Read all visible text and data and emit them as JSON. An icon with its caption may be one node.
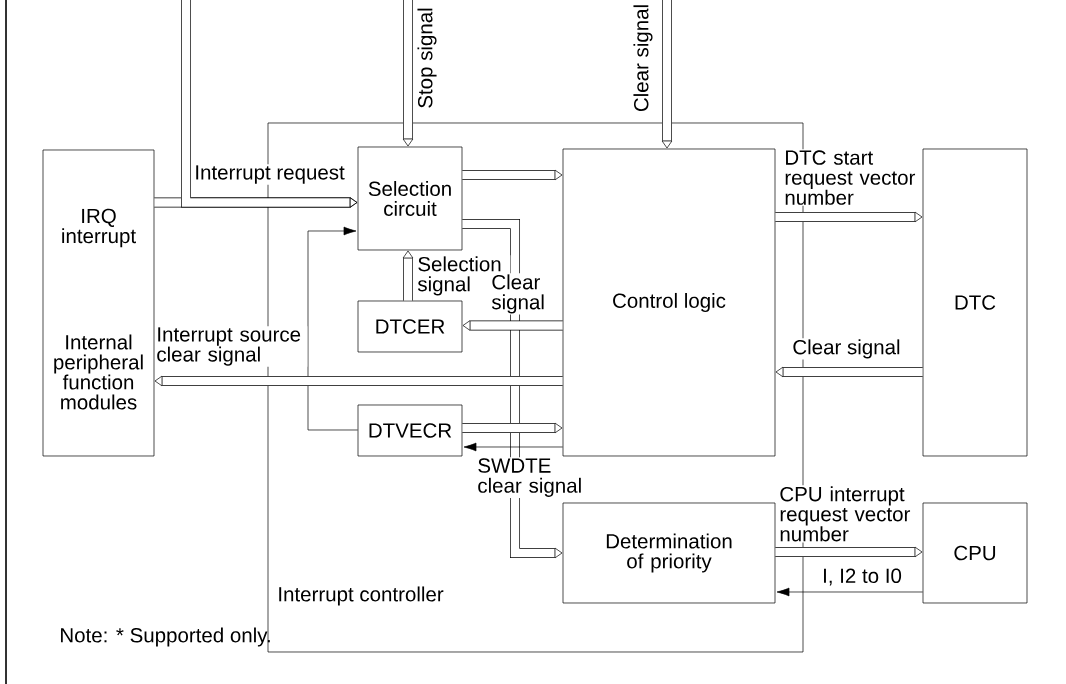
{
  "diagram": {
    "nodes": [
      {
        "text": [
          "Interrupt controller"
        ]
      },
      {
        "text": [
          "IRQ interrupt",
          "Internal peripheral function modules"
        ]
      },
      {
        "text": [
          "Selection circuit"
        ],
        "in": 0
      },
      {
        "text": [
          "DTCER"
        ],
        "in": 0
      },
      {
        "text": [
          "DTVECR"
        ],
        "in": 0
      },
      {
        "text": [
          "Control logic"
        ],
        "in": 0
      },
      {
        "text": [
          "Determination of priority"
        ],
        "in": 0
      },
      {
        "text": [
          "DTC"
        ]
      },
      {
        "text": [
          "CPU"
        ]
      }
    ],
    "edges": [
      {
        "from": 1,
        "to": 2,
        "arrow": "to",
        "label": "Interrupt request"
      },
      {
        "from": null,
        "to": 2,
        "arrow": "to"
      },
      {
        "from": null,
        "to": 2,
        "arrow": "to",
        "label": "Stop signal"
      },
      {
        "from": null,
        "to": 5,
        "arrow": "to",
        "label": "Clear signal"
      },
      {
        "from": 2,
        "to": 5,
        "arrow": "to"
      },
      {
        "from": 2,
        "to": 6,
        "arrow": "to"
      },
      {
        "from": 3,
        "to": 2,
        "arrow": "to",
        "label": "Selection signal"
      },
      {
        "from": 5,
        "to": 3,
        "arrow": "to",
        "label": "Clear signal"
      },
      {
        "from": 4,
        "to": 2,
        "arrow": "to"
      },
      {
        "from": 5,
        "to": 1,
        "arrow": "to",
        "label": "Interrupt source clear signal"
      },
      {
        "from": 4,
        "to": 5,
        "arrow": "to"
      },
      {
        "from": 5,
        "to": 4,
        "arrow": "to",
        "label": "SWDTE clear signal"
      },
      {
        "from": 5,
        "to": 7,
        "arrow": "to",
        "label": "DTC start request vector number"
      },
      {
        "from": 7,
        "to": 5,
        "arrow": "to",
        "label": "Clear signal"
      },
      {
        "from": 6,
        "to": 8,
        "arrow": "to",
        "label": "CPU interrupt request vector number"
      },
      {
        "from": 8,
        "to": 6,
        "arrow": "to",
        "label": "I, I2 to I0"
      }
    ],
    "labels": [
      "Note: * Supported only."
    ]
  }
}
